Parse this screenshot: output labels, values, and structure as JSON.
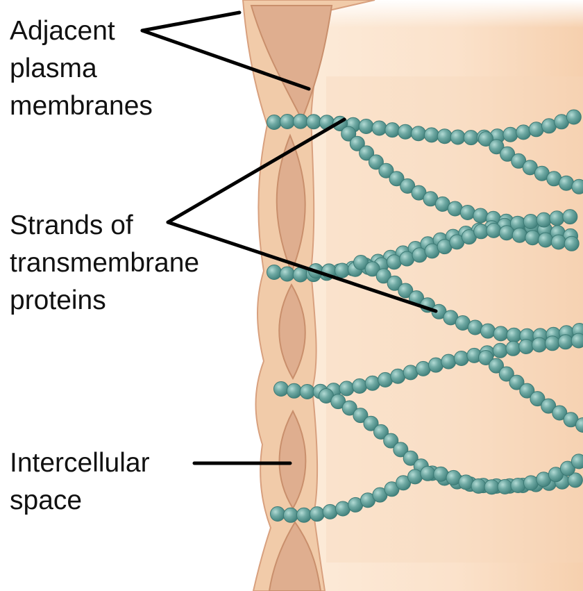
{
  "colors": {
    "cytoplasm_light": "#fbe4cf",
    "cytoplasm_dark": "#f5d2b3",
    "membrane_band": "#f0c9a6",
    "membrane_edge": "#c98f6c",
    "intercellular_space": "#deae90",
    "protein_bead": "#5f9e99",
    "protein_bead_highlight": "#a9d3cd",
    "leader_line": "#000000"
  },
  "labels": {
    "membranes": [
      "Adjacent",
      "plasma",
      "membranes"
    ],
    "strands": [
      "Strands of",
      "transmembrane",
      "proteins"
    ],
    "space": [
      "Intercellular",
      "space"
    ]
  }
}
